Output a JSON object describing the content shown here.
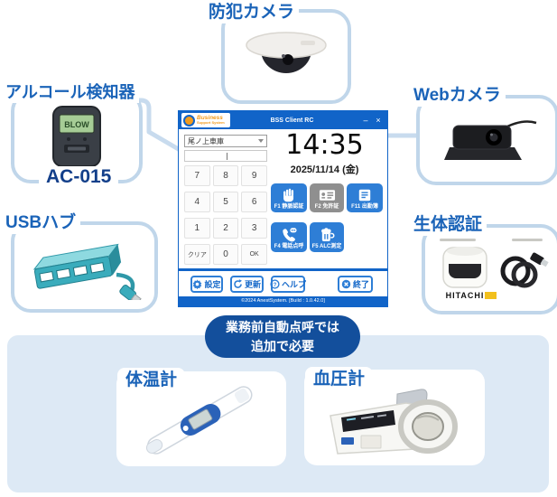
{
  "colors": {
    "accent_blue": "#1164c8",
    "button_blue": "#2e7ed6",
    "button_gray": "#8f8f8f",
    "label_blue": "#1a63b8",
    "badge_navy": "#134f9c",
    "box_border": "#c0d6ea",
    "connector": "#c8dbee",
    "section_bg": "#dde9f5"
  },
  "devices": {
    "security_camera": {
      "label": "防犯カメラ"
    },
    "alcohol_detector": {
      "label": "アルコール検知器",
      "model": "AC-015",
      "screen_text": "BLOW"
    },
    "webcam": {
      "label": "Webカメラ"
    },
    "usb_hub": {
      "label": "USBハブ"
    },
    "biometric": {
      "label": "生体認証",
      "brand": "HITACHI"
    },
    "thermometer": {
      "label": "体温計"
    },
    "blood_pressure_monitor": {
      "label": "血圧計"
    }
  },
  "note_badge": {
    "line1": "業務前自動点呼では",
    "line2": "追加で必要"
  },
  "app": {
    "logo": {
      "line1": "Business",
      "line2": "Support System"
    },
    "window": {
      "title": "BSS Client RC",
      "minimize": "–",
      "close": "×"
    },
    "location_select": {
      "value": "尾ノ上車庫"
    },
    "clock": {
      "time": "14:35",
      "date": "2025/11/14 (金)"
    },
    "numpad": [
      "7",
      "8",
      "9",
      "4",
      "5",
      "6",
      "1",
      "2",
      "3",
      "クリア",
      "0",
      "OK"
    ],
    "function_buttons": [
      {
        "label": "F1 静脈認証",
        "style": "blue"
      },
      {
        "label": "F2 免許証",
        "style": "gray"
      },
      {
        "label": "F11 出勤簿",
        "style": "blue"
      },
      {
        "label": "F4 電話点呼",
        "style": "blue"
      },
      {
        "label": "F5 ALC測定",
        "style": "blue"
      }
    ],
    "toolbar": {
      "settings": "設定",
      "refresh": "更新",
      "help": "ヘルプ",
      "exit": "終了",
      "help_glyph": "?"
    },
    "footer": "©2024 AnestSystem.  [Build : 1.0.42.0]"
  }
}
